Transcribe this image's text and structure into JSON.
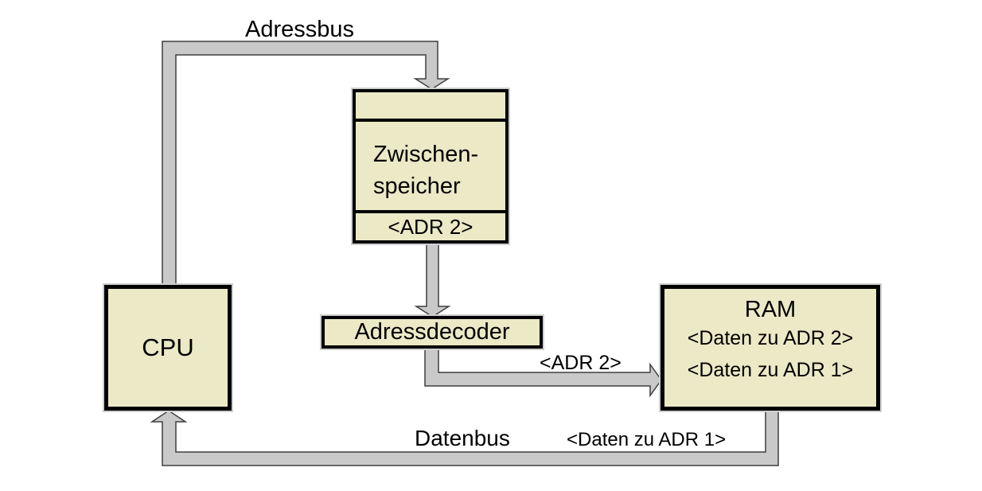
{
  "diagram": {
    "title_context": "CPU / RAM address and data bus diagram",
    "bus_labels": {
      "adressbus": "Adressbus",
      "datenbus": "Datenbus",
      "adr2": "<ADR 2>",
      "daten_zu_adr1": "<Daten zu ADR 1>"
    },
    "nodes": {
      "cpu": {
        "label": "CPU"
      },
      "zwischenspeicher": {
        "line1": "Zwischen-",
        "line2": "speicher",
        "slot": "<ADR 2>"
      },
      "adressdecoder": {
        "label": "Adressdecoder"
      },
      "ram": {
        "title": "RAM",
        "row1": "<Daten zu ADR 2>",
        "row2": "<Daten zu ADR 1>"
      }
    },
    "colors": {
      "background": "#ffffff",
      "box_fill": "#ebe9c6",
      "box_border": "#000000",
      "bus_fill": "#c9c9c9",
      "bus_stroke": "#3f3f3f",
      "text": "#000000"
    }
  }
}
